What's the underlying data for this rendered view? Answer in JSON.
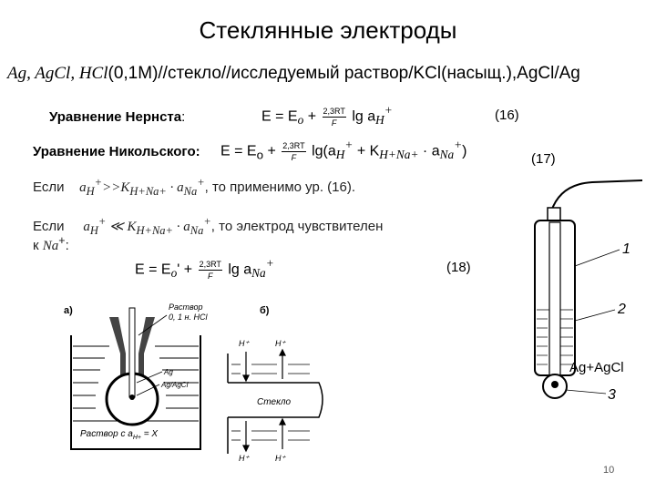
{
  "title": "Стеклянные электроды",
  "cell": {
    "prefix": "Ag, AgCl, HCl",
    "conc": "(0,1M)",
    "rest": "//стекло//исследуемый раствор/KCl(насыщ.),AgCl/Ag"
  },
  "nernst": {
    "label": "Уравнение Нернста",
    "colon": ":",
    "lhs": "E = E",
    "sub0": "o",
    "plus": "+",
    "frac_num": "2,3RT",
    "frac_den": "F",
    "log": "lg a",
    "sub": "H",
    "sup": "+",
    "number": "(16)"
  },
  "nikolsky": {
    "label": "Уравнение Никольского:",
    "lhs": "E = E",
    "sub0": "o",
    "plus": "+",
    "frac_num": "2,3RT",
    "frac_den": "F",
    "expr": "lg(a",
    "expr_sub1": "H",
    "expr_sup1": "+",
    "expr_mid": " + K",
    "expr_sub2": "H+Na+",
    "expr_dot": " · a",
    "expr_sub3": "Na",
    "expr_sup3": "+",
    "expr_end": ")",
    "number": "(17)"
  },
  "cond1": {
    "if": "Если",
    "expr": "a",
    "sub1": "H",
    "sup1": "+",
    "rel": ">>K",
    "sub2": "H+Na+",
    "dot": " · a",
    "sub3": "Na",
    "sup3": "+",
    "tail": ",  то применимо ур. (16)."
  },
  "cond2": {
    "if": "Если",
    "expr": "a",
    "sub1": "H",
    "sup1": "+",
    "rel": " ≪ K",
    "sub2": "H+Na+",
    "dot": " · a",
    "sub3": "Na",
    "sup3": "+",
    "tail": ",   то электрод чувствителен",
    "line2": "к ",
    "na": "Na",
    "na_sup": "+",
    "colon": ":"
  },
  "eq18": {
    "lhs": "E = E",
    "sub0": "o",
    "prime": "'",
    "plus": "+",
    "frac_num": "2,3RT",
    "frac_den": "F",
    "log": "lg a",
    "sub": "Na",
    "sup": "+",
    "number": "(18)"
  },
  "figure_a": {
    "label": "а)",
    "solution_label_1": "Раствор",
    "solution_label_2": "0, 1 н. HCl",
    "ag": "Ag",
    "agcl": "Ag/AgCl",
    "bottom_label": "Раствор с a",
    "bottom_sub": "H+",
    "bottom_eq": " = X"
  },
  "figure_b": {
    "label": "б)",
    "glass": "Стекло",
    "h_top_left": "H⁺",
    "h_top_right": "H⁺",
    "h_bot_left": "H⁺",
    "h_bot_right": "H⁺"
  },
  "figure_c": {
    "label1": "1",
    "label2": "2",
    "label3": "3",
    "ag_text": "Ag+AgCl"
  },
  "page_number": "10"
}
